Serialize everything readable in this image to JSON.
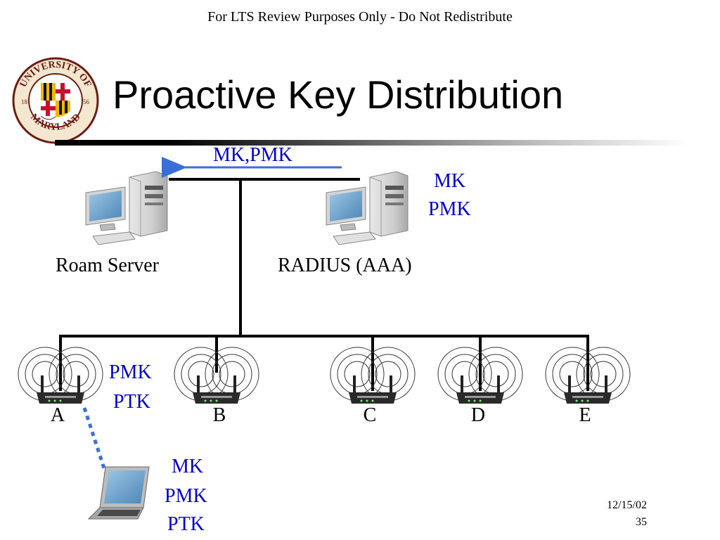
{
  "header": {
    "note": "For LTS Review Purposes Only - Do Not Redistribute"
  },
  "logo": {
    "top_text": "UNIVERSITY OF",
    "bottom_text": "MARYLAND",
    "year_left": "18",
    "year_right": "56"
  },
  "title": "Proactive Key Distribution",
  "diagram": {
    "arrow_label": "MK,PMK",
    "roam_server": {
      "label": "Roam Server"
    },
    "radius": {
      "label": "RADIUS (AAA)",
      "keys": [
        "MK",
        "PMK"
      ]
    },
    "access_points": [
      "A",
      "B",
      "C",
      "D",
      "E"
    ],
    "ap_a_keys": [
      "PMK",
      "PTK"
    ],
    "client_keys": [
      "MK",
      "PMK",
      "PTK"
    ]
  },
  "colors": {
    "key_text": "#0000cc",
    "arrow": "#3a6fd8",
    "link": "#3a6fd8"
  },
  "footer": {
    "date": "12/15/02",
    "page": "35"
  }
}
